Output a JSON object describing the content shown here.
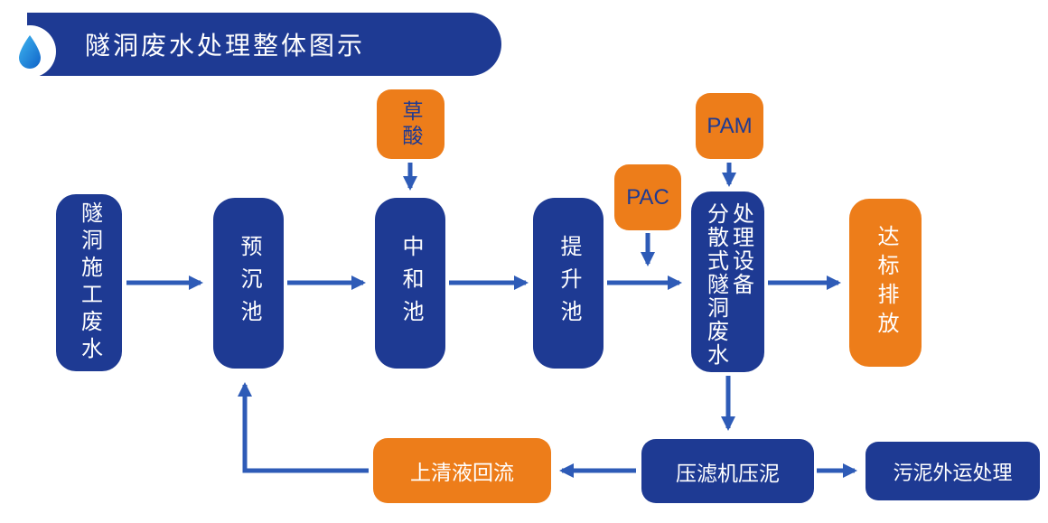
{
  "colors": {
    "navy": "#1e3a93",
    "orange": "#ed7d1a",
    "arrow_blue": "#2e5bb7",
    "drop_blue": "#1a8ad8"
  },
  "header": {
    "title": "隧洞废水处理整体图示",
    "logo_icon": "water-drop-icon"
  },
  "flow": {
    "source": {
      "label": "隧洞施工废水"
    },
    "pre_sedimentation_tank": {
      "label": "预沉池"
    },
    "neutralization_tank": {
      "label": "中和池"
    },
    "lifting_tank": {
      "label": "提升池"
    },
    "treatment_equipment": {
      "label_left": "分散式隧洞废水",
      "label_right": "处理设备"
    },
    "discharge": {
      "label": "达标排放"
    },
    "oxalic_acid": {
      "label": "草酸"
    },
    "pac": {
      "label": "PAC"
    },
    "pam": {
      "label": "PAM"
    },
    "filter_press": {
      "label": "压滤机压泥"
    },
    "sludge_transport": {
      "label": "污泥外运处理"
    },
    "supernatant_return": {
      "label": "上清液回流"
    }
  }
}
